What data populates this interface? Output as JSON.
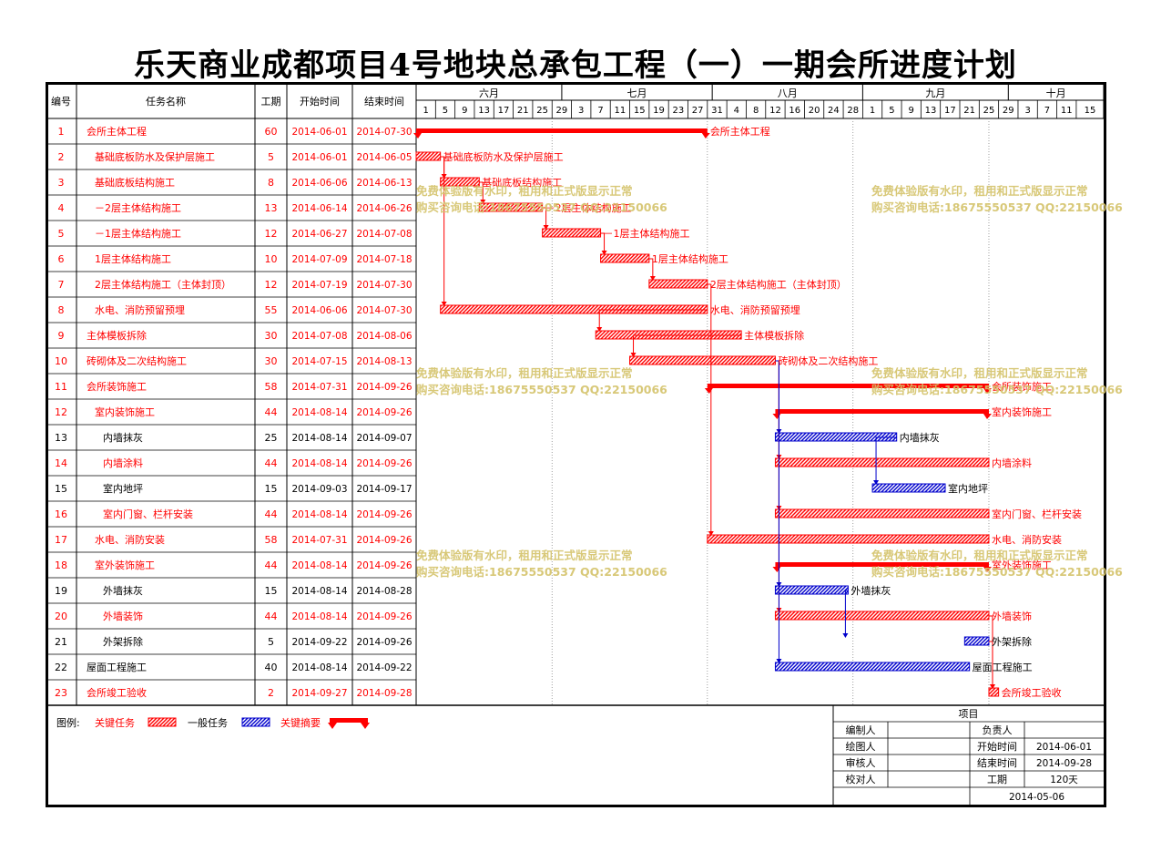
{
  "title": "乐天商业成都项目4号地块总承包工程（一）一期会所进度计划",
  "columns": {
    "id": "编号",
    "name": "任务名称",
    "duration": "工期",
    "start": "开始时间",
    "end": "结束时间"
  },
  "timescale": {
    "months": [
      "六月",
      "七月",
      "八月",
      "九月",
      "十月"
    ],
    "days": [
      "1",
      "5",
      "9",
      "13",
      "17",
      "21",
      "25",
      "29",
      "3",
      "7",
      "11",
      "15",
      "19",
      "23",
      "27",
      "31",
      "4",
      "8",
      "12",
      "16",
      "20",
      "24",
      "28",
      "1",
      "5",
      "9",
      "13",
      "17",
      "21",
      "25",
      "29",
      "3",
      "7",
      "11",
      "15"
    ]
  },
  "chart_data": {
    "type": "gantt",
    "colors": {
      "critical": "#ff0000",
      "normal": "#0000cc",
      "summary": "#ff0000"
    },
    "tasks": [
      {
        "id": "1",
        "name": "会所主体工程",
        "duration": "60",
        "start": "2014-06-01",
        "end": "2014-07-30",
        "kind": "summary",
        "indent": 0,
        "label": "会所主体工程"
      },
      {
        "id": "2",
        "name": "基础底板防水及保护层施工",
        "duration": "5",
        "start": "2014-06-01",
        "end": "2014-06-05",
        "kind": "critical",
        "indent": 1,
        "label": "基础底板防水及保护层施工"
      },
      {
        "id": "3",
        "name": "基础底板结构施工",
        "duration": "8",
        "start": "2014-06-06",
        "end": "2014-06-13",
        "kind": "critical",
        "indent": 1,
        "label": "基础底板结构施工"
      },
      {
        "id": "4",
        "name": "－2层主体结构施工",
        "duration": "13",
        "start": "2014-06-14",
        "end": "2014-06-26",
        "kind": "critical",
        "indent": 1,
        "label": "－2层主体结构施工"
      },
      {
        "id": "5",
        "name": "－1层主体结构施工",
        "duration": "12",
        "start": "2014-06-27",
        "end": "2014-07-08",
        "kind": "critical",
        "indent": 1,
        "label": "－1层主体结构施工"
      },
      {
        "id": "6",
        "name": "1层主体结构施工",
        "duration": "10",
        "start": "2014-07-09",
        "end": "2014-07-18",
        "kind": "critical",
        "indent": 1,
        "label": "1层主体结构施工"
      },
      {
        "id": "7",
        "name": "2层主体结构施工（主体封顶）",
        "duration": "12",
        "start": "2014-07-19",
        "end": "2014-07-30",
        "kind": "critical",
        "indent": 1,
        "label": "2层主体结构施工（主体封顶）"
      },
      {
        "id": "8",
        "name": "水电、消防预留预埋",
        "duration": "55",
        "start": "2014-06-06",
        "end": "2014-07-30",
        "kind": "critical",
        "indent": 1,
        "label": "水电、消防预留预埋"
      },
      {
        "id": "9",
        "name": "主体模板拆除",
        "duration": "30",
        "start": "2014-07-08",
        "end": "2014-08-06",
        "kind": "critical",
        "indent": 0,
        "label": "主体模板拆除"
      },
      {
        "id": "10",
        "name": "砖砌体及二次结构施工",
        "duration": "30",
        "start": "2014-07-15",
        "end": "2014-08-13",
        "kind": "critical",
        "indent": 0,
        "label": "砖砌体及二次结构施工"
      },
      {
        "id": "11",
        "name": "会所装饰施工",
        "duration": "58",
        "start": "2014-07-31",
        "end": "2014-09-26",
        "kind": "summary",
        "indent": 0,
        "label": "会所装饰施工"
      },
      {
        "id": "12",
        "name": "室内装饰施工",
        "duration": "44",
        "start": "2014-08-14",
        "end": "2014-09-26",
        "kind": "summary",
        "indent": 1,
        "label": "室内装饰施工"
      },
      {
        "id": "13",
        "name": "内墙抹灰",
        "duration": "25",
        "start": "2014-08-14",
        "end": "2014-09-07",
        "kind": "normal",
        "indent": 2,
        "label": "内墙抹灰"
      },
      {
        "id": "14",
        "name": "内墙涂料",
        "duration": "44",
        "start": "2014-08-14",
        "end": "2014-09-26",
        "kind": "critical",
        "indent": 2,
        "label": "内墙涂料"
      },
      {
        "id": "15",
        "name": "室内地坪",
        "duration": "15",
        "start": "2014-09-03",
        "end": "2014-09-17",
        "kind": "normal",
        "indent": 2,
        "label": "室内地坪"
      },
      {
        "id": "16",
        "name": "室内门窗、栏杆安装",
        "duration": "44",
        "start": "2014-08-14",
        "end": "2014-09-26",
        "kind": "critical",
        "indent": 2,
        "label": "室内门窗、栏杆安装"
      },
      {
        "id": "17",
        "name": "水电、消防安装",
        "duration": "58",
        "start": "2014-07-31",
        "end": "2014-09-26",
        "kind": "critical",
        "indent": 1,
        "label": "水电、消防安装"
      },
      {
        "id": "18",
        "name": "室外装饰施工",
        "duration": "44",
        "start": "2014-08-14",
        "end": "2014-09-26",
        "kind": "summary",
        "indent": 1,
        "label": "室外装饰施工"
      },
      {
        "id": "19",
        "name": "外墙抹灰",
        "duration": "15",
        "start": "2014-08-14",
        "end": "2014-08-28",
        "kind": "normal",
        "indent": 2,
        "label": "外墙抹灰"
      },
      {
        "id": "20",
        "name": "外墙装饰",
        "duration": "44",
        "start": "2014-08-14",
        "end": "2014-09-26",
        "kind": "critical",
        "indent": 2,
        "label": "外墙装饰"
      },
      {
        "id": "21",
        "name": "外架拆除",
        "duration": "5",
        "start": "2014-09-22",
        "end": "2014-09-26",
        "kind": "normal",
        "indent": 2,
        "label": "外架拆除"
      },
      {
        "id": "22",
        "name": "屋面工程施工",
        "duration": "40",
        "start": "2014-08-14",
        "end": "2014-09-22",
        "kind": "normal",
        "indent": 0,
        "label": "屋面工程施工"
      },
      {
        "id": "23",
        "name": "会所竣工验收",
        "duration": "2",
        "start": "2014-09-27",
        "end": "2014-09-28",
        "kind": "critical",
        "indent": 0,
        "label": "会所竣工验收"
      }
    ]
  },
  "watermark": {
    "line1": "免费体验版有水印，租用和正式版显示正常",
    "line2": "购买咨询电话:18675550537 QQ:22150066"
  },
  "legend": {
    "prefix": "图例:",
    "critical": "关键任务",
    "normal": "一般任务",
    "summary": "关键摘要"
  },
  "info": {
    "header": "项目",
    "rows": [
      {
        "l1": "编制人",
        "v1": "",
        "l2": "负责人",
        "v2": ""
      },
      {
        "l1": "绘图人",
        "v1": "",
        "l2": "开始时间",
        "v2": "2014-06-01"
      },
      {
        "l1": "审核人",
        "v1": "",
        "l2": "结束时间",
        "v2": "2014-09-28"
      },
      {
        "l1": "校对人",
        "v1": "",
        "l2": "工期",
        "v2": "120天"
      }
    ],
    "date": "2014-05-06"
  }
}
